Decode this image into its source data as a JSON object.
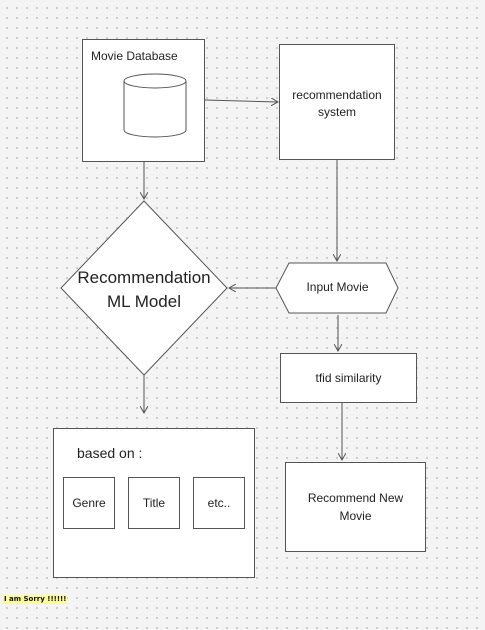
{
  "nodes": {
    "movie_database": "Movie Database",
    "recommendation_system": "recommendation system",
    "ml_model": "Recommendation ML Model",
    "input_movie": "Input Movie",
    "tfid_similarity": "tfid similarity",
    "recommend_new_movie": "Recommend New Movie",
    "based_on": "based on :",
    "genre": "Genre",
    "title": "Title",
    "etc": "etc.."
  },
  "note": "I am Sorry !!!!!!"
}
